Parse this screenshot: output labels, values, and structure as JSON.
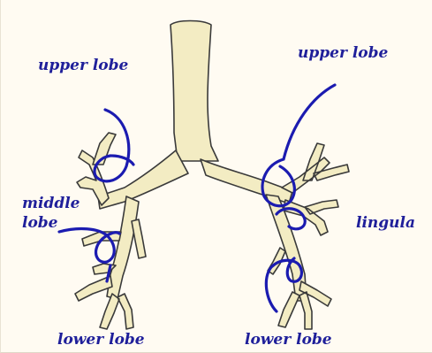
{
  "colors": {
    "background": "#fffbf2",
    "airway_fill": "#f3ecc3",
    "airway_outline": "#3a3a3a",
    "lobe_marker": "#1b1bb0",
    "label_text": "#1f1f9a"
  },
  "labels": {
    "left_upper": "upper lobe",
    "left_middle_1": "middle",
    "left_middle_2": "lobe",
    "left_lower": "lower lobe",
    "right_upper": "upper lobe",
    "right_lingula": "lingula",
    "right_lower": "lower lobe"
  }
}
